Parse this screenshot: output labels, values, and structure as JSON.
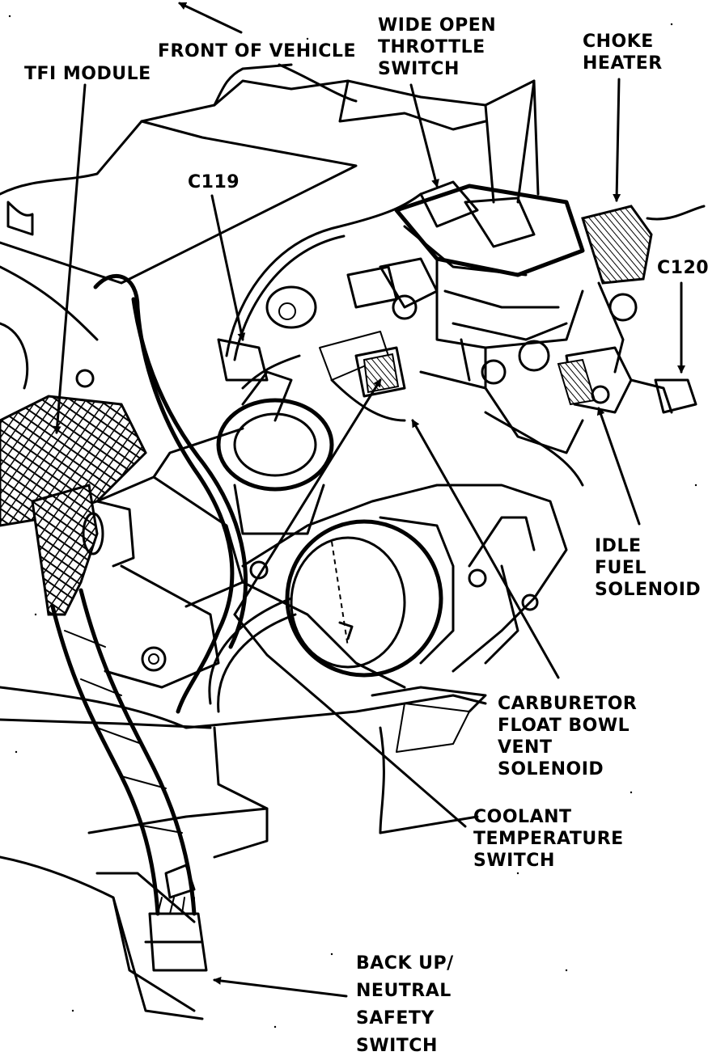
{
  "labels": {
    "front_of_vehicle": "FRONT OF VEHICLE",
    "wide_open_throttle_switch": [
      "WIDE OPEN",
      "THROTTLE",
      "SWITCH"
    ],
    "choke_heater": [
      "CHOKE",
      "HEATER"
    ],
    "tfi_module": "TFI MODULE",
    "c119": "C119",
    "c120": "C120",
    "idle_fuel_solenoid": [
      "IDLE",
      "FUEL",
      "SOLENOID"
    ],
    "carburetor_float_bowl_vent_solenoid": [
      "CARBURETOR",
      "FLOAT BOWL",
      "VENT",
      "SOLENOID"
    ],
    "coolant_temperature_switch": [
      "COOLANT",
      "TEMPERATURE",
      "SWITCH"
    ],
    "back_up_neutral_safety_switch": [
      "BACK UP/",
      "NEUTRAL",
      "SAFETY",
      "SWITCH"
    ]
  }
}
